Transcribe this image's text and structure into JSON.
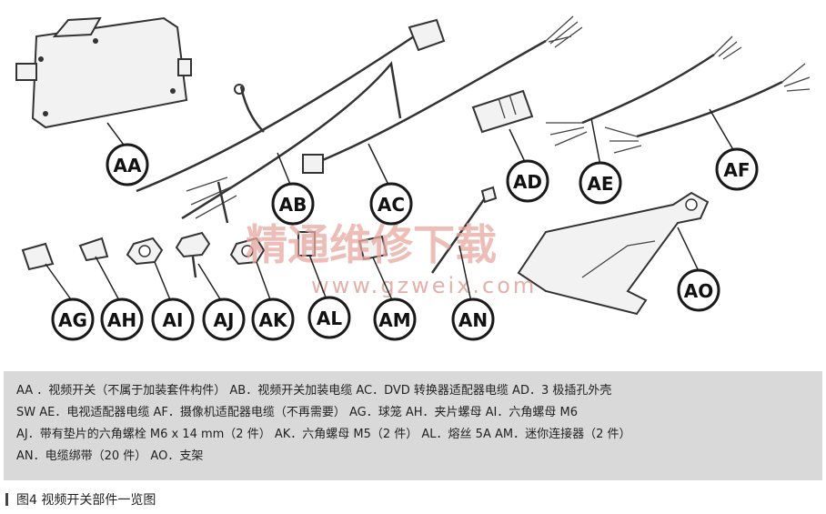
{
  "labels": {
    "AA": "AA",
    "AB": "AB",
    "AC": "AC",
    "AD": "AD",
    "AE": "AE",
    "AF": "AF",
    "AG": "AG",
    "AH": "AH",
    "AI": "AI",
    "AJ": "AJ",
    "AK": "AK",
    "AL": "AL",
    "AM": "AM",
    "AN": "AN",
    "AO": "AO"
  },
  "watermark": {
    "text": "精通维修下载",
    "url": "www.gzweix.com"
  },
  "legend": {
    "line1": "AA ．视频开关（不属于加装套件构件） AB．视频开关加装电缆  AC．DVD 转换器适配器电缆  AD．3 极插孔外壳",
    "line2": "SW  AE．电视适配器电缆  AF．摄像机适配器电缆（不再需要） AG．球笼  AH．夹片螺母  AI．六角螺母 M6",
    "line3": "AJ．带有垫片的六角螺栓 M6 x 14 mm（2 件） AK．六角螺母 M5（2 件） AL．熔丝 5A  AM．迷你连接器（2 件）",
    "line4": "AN．电缆绑带（20 件） AO．支架"
  },
  "caption": "图4  视频开关部件一览图"
}
